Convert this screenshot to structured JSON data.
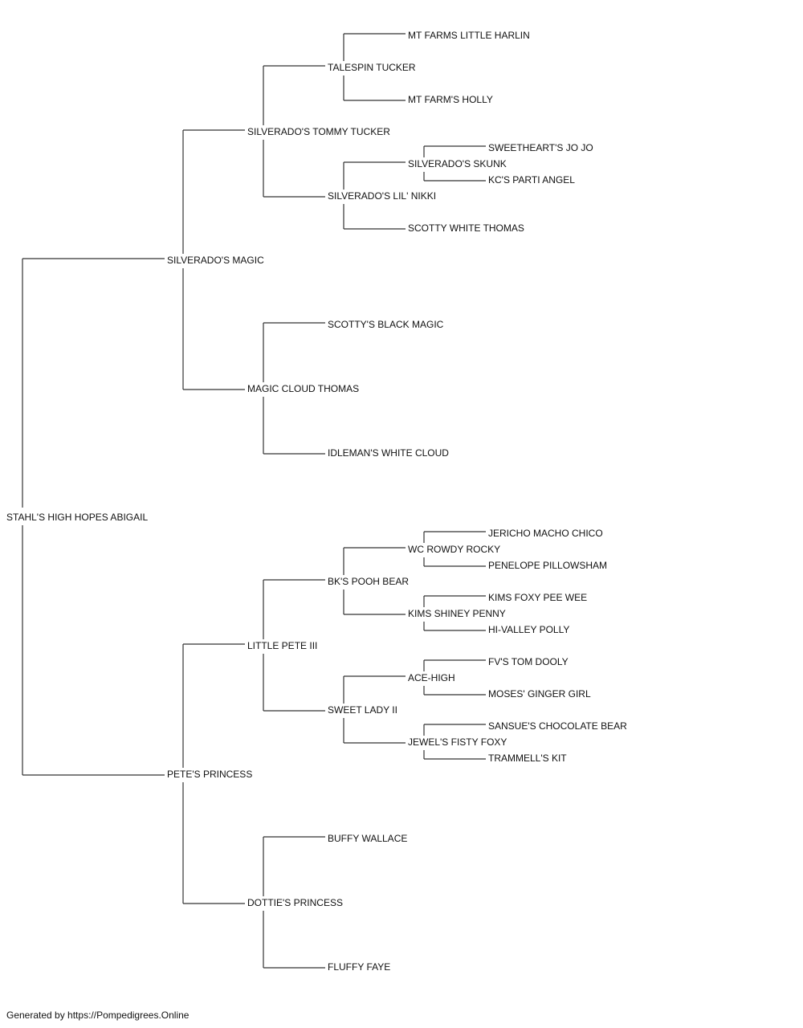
{
  "pedigree": {
    "subject": "STAHL'S HIGH HOPES ABIGAIL",
    "sire": {
      "name": "SILVERADO'S MAGIC",
      "sire": {
        "name": "SILVERADO'S TOMMY TUCKER",
        "sire": {
          "name": "TALESPIN TUCKER",
          "sire": {
            "name": "MT FARMS LITTLE HARLIN"
          },
          "dam": {
            "name": "MT FARM'S HOLLY"
          }
        },
        "dam": {
          "name": "SILVERADO'S LIL' NIKKI",
          "sire": {
            "name": "SILVERADO'S SKUNK",
            "sire": {
              "name": "SWEETHEART'S JO JO"
            },
            "dam": {
              "name": "KC'S PARTI ANGEL"
            }
          },
          "dam": {
            "name": "SCOTTY WHITE THOMAS"
          }
        }
      },
      "dam": {
        "name": "MAGIC CLOUD THOMAS",
        "sire": {
          "name": "SCOTTY'S BLACK MAGIC"
        },
        "dam": {
          "name": "IDLEMAN'S WHITE CLOUD"
        }
      }
    },
    "dam": {
      "name": "PETE'S PRINCESS",
      "sire": {
        "name": "LITTLE PETE III",
        "sire": {
          "name": "BK'S POOH BEAR",
          "sire": {
            "name": "WC ROWDY ROCKY",
            "sire": {
              "name": "JERICHO MACHO CHICO"
            },
            "dam": {
              "name": "PENELOPE PILLOWSHAM"
            }
          },
          "dam": {
            "name": "KIMS SHINEY PENNY",
            "sire": {
              "name": "KIMS FOXY PEE WEE"
            },
            "dam": {
              "name": "HI-VALLEY POLLY"
            }
          }
        },
        "dam": {
          "name": "SWEET LADY II",
          "sire": {
            "name": "ACE-HIGH",
            "sire": {
              "name": "FV'S TOM DOOLY"
            },
            "dam": {
              "name": "MOSES' GINGER GIRL"
            }
          },
          "dam": {
            "name": "JEWEL'S FISTY FOXY",
            "sire": {
              "name": "SANSUE'S CHOCOLATE BEAR"
            },
            "dam": {
              "name": "TRAMMELL'S KIT"
            }
          }
        }
      },
      "dam": {
        "name": "DOTTIE'S PRINCESS",
        "sire": {
          "name": "BUFFY WALLACE"
        },
        "dam": {
          "name": "FLUFFY FAYE"
        }
      }
    }
  },
  "footer": "Generated by https://Pompedigrees.Online",
  "line_color": "#333333"
}
